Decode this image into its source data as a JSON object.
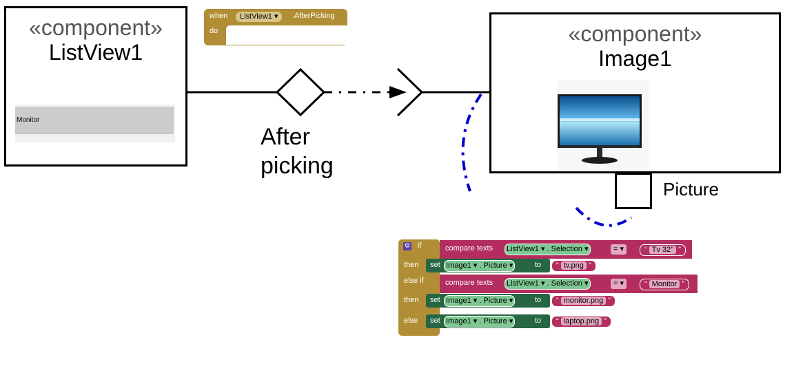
{
  "listview_component": {
    "stereotype": "«component»",
    "name": "ListView1",
    "item": "Monitor"
  },
  "image_component": {
    "stereotype": "«component»",
    "name": "Image1"
  },
  "connector": {
    "event_label_line1": "After",
    "event_label_line2": "picking",
    "port_label": "Picture"
  },
  "event_block": {
    "when": "when",
    "component": "ListView1",
    "event": ".AfterPicking",
    "do": "do"
  },
  "if_block": {
    "if": "if",
    "then": "then",
    "else_if": "else if",
    "else": "else",
    "compare": "compare texts",
    "component": "ListView1",
    "property": "Selection",
    "operator": "=",
    "value1": "Tv 32\"",
    "value2": "Monitor",
    "set": "set",
    "target": "Image1",
    "target_property": "Picture",
    "to": "to",
    "file1": "tv.png",
    "file2": "monitor.png",
    "file3": "laptop.png",
    "dot": ".",
    "quote_open": "“",
    "quote_close": "”"
  },
  "colors": {
    "event_block": "#b18e35",
    "text_block": "#b32d5e",
    "set_block": "#266643",
    "component_pill": "#7ec893",
    "dependency_line": "#0000cc"
  }
}
